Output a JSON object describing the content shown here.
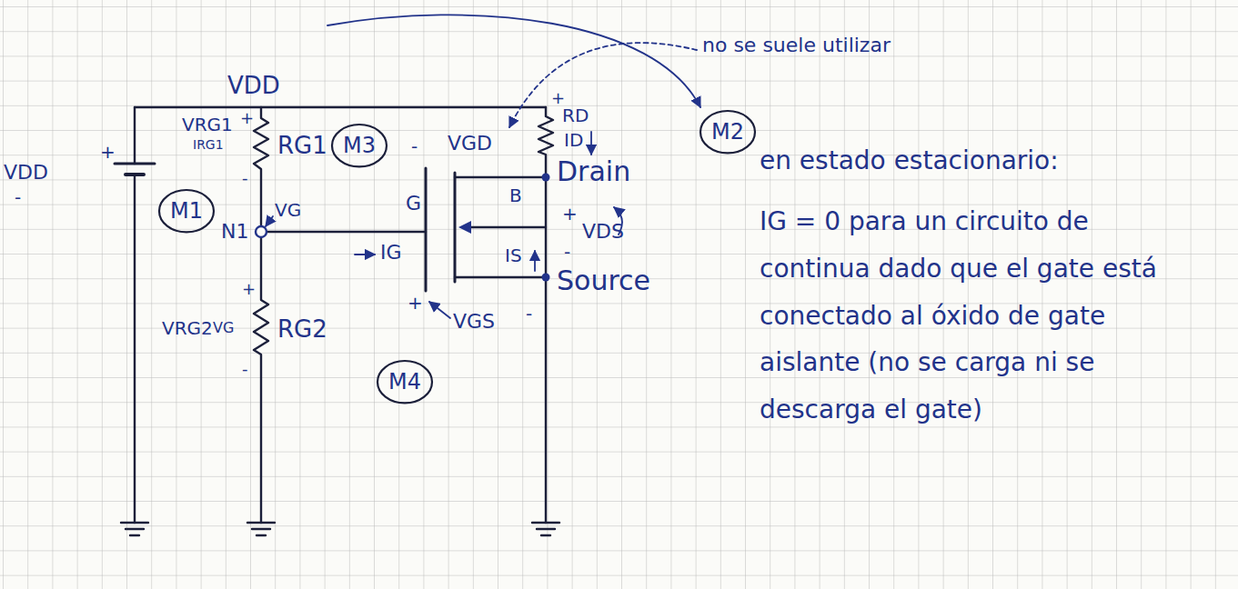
{
  "diagram": {
    "nodes": [
      {
        "text": [
          "M3"
        ]
      },
      {
        "text": [
          "M2"
        ]
      },
      {
        "text": [
          "M1"
        ]
      },
      {
        "text": [
          "M4"
        ]
      }
    ],
    "labels": [
      "VDD",
      "no se suele utilizar",
      "VDD",
      "+",
      "-",
      "VRG1",
      "IRG1",
      "+",
      "-",
      "RG1",
      "N1",
      "VG",
      "G",
      "-",
      "VGD",
      "+",
      "RD",
      "ID",
      "Drain",
      "B",
      "+",
      "VDS",
      "-",
      "IG",
      "IS",
      "Source",
      "+",
      "VGS",
      "-",
      "VRG2",
      "VG",
      "+",
      "-",
      "RG2",
      "en estado estacionario:",
      "IG = 0 para un circuito de continua dado que el gate está conectado al óxido de gate aislante (no se carga ni se descarga el gate)"
    ]
  }
}
